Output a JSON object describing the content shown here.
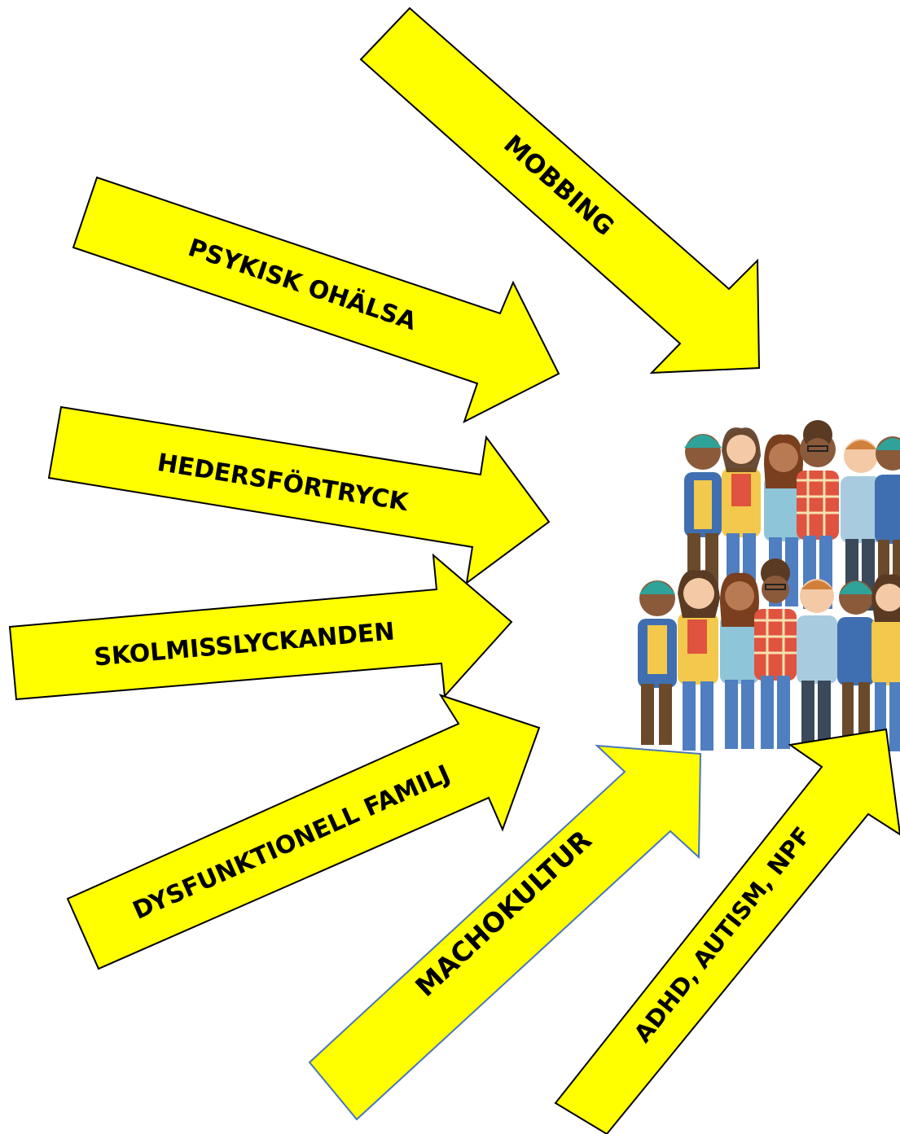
{
  "colors": {
    "arrow_fill": "#ffff00",
    "arrow_stroke": "#000000",
    "arrow_stroke_alt": "#4a76b8",
    "background": "#ffffff"
  },
  "center_image": {
    "icon": "group-of-students-illustration"
  },
  "arrows": [
    {
      "id": "mobbing",
      "label": "MOBBING"
    },
    {
      "id": "psykisk-ohalsa",
      "label": "PSYKISK OHÄLSA"
    },
    {
      "id": "hedersfortryck",
      "label": "HEDERSFÖRTRYCK"
    },
    {
      "id": "skolmisslyckanden",
      "label": "SKOLMISSLYCKANDEN"
    },
    {
      "id": "dysfunktionell-familj",
      "label": "DYSFUNKTIONELL FAMILJ"
    },
    {
      "id": "machokultur",
      "label": "MACHOKULTUR"
    },
    {
      "id": "adhd-autism-npf",
      "label": "ADHD, AUTISM, NPF"
    }
  ]
}
